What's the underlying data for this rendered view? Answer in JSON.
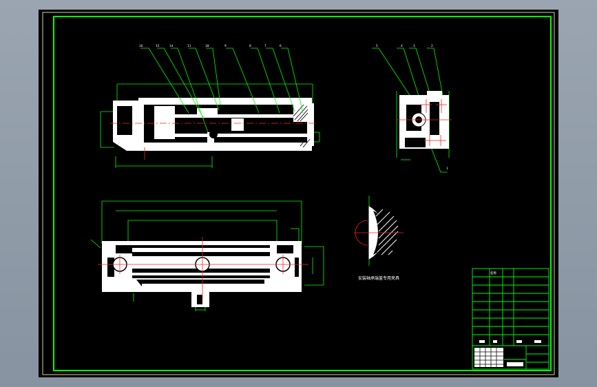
{
  "colors": {
    "background": "#8e9aa7",
    "sheet": "#000000",
    "frame_outer": "#d6d39a",
    "frame_inner": "#00ff00",
    "part": "#ffffff",
    "dimension": "#00ff00",
    "center_line": "#ff2020",
    "leader": "#00ff00"
  },
  "top_view": {
    "balloons": [
      "16",
      "15",
      "14",
      "11",
      "10",
      "9",
      "8",
      "7",
      "6"
    ]
  },
  "side_view": {
    "balloons": [
      "5",
      "4",
      "3",
      "2"
    ],
    "bottom_balloon": "1"
  },
  "section_view": {
    "caption": "安装轴承端盖专用夹具"
  },
  "title_block": {
    "name_label": "名称"
  }
}
